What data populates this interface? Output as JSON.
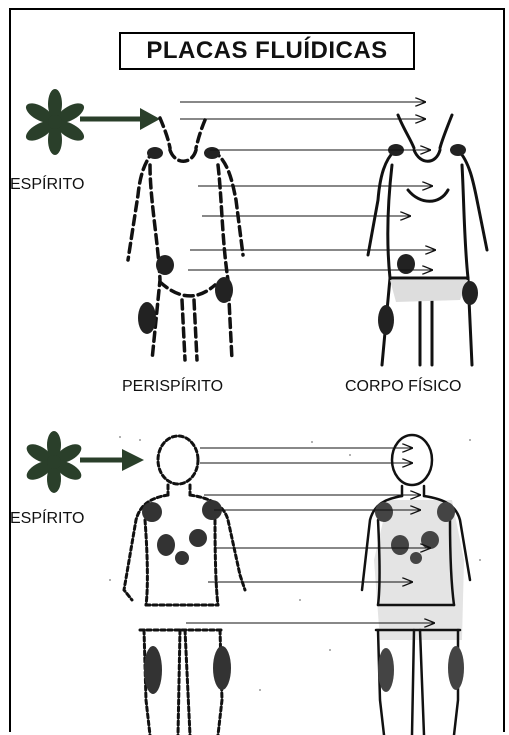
{
  "title": "PLACAS FLUÍDICAS",
  "labels": {
    "espirito_top": "ESPÍRITO",
    "espirito_bottom": "ESPÍRITO",
    "perispirito": "PERISPÍRITO",
    "corpo_fisico": "CORPO FÍSICO"
  },
  "colors": {
    "asterisk": "#2a3f2a",
    "ink": "#111111",
    "physical_fill": "#dddddd"
  },
  "icons": [
    "asterisk-spirit-icon",
    "arrow-right-icon"
  ]
}
